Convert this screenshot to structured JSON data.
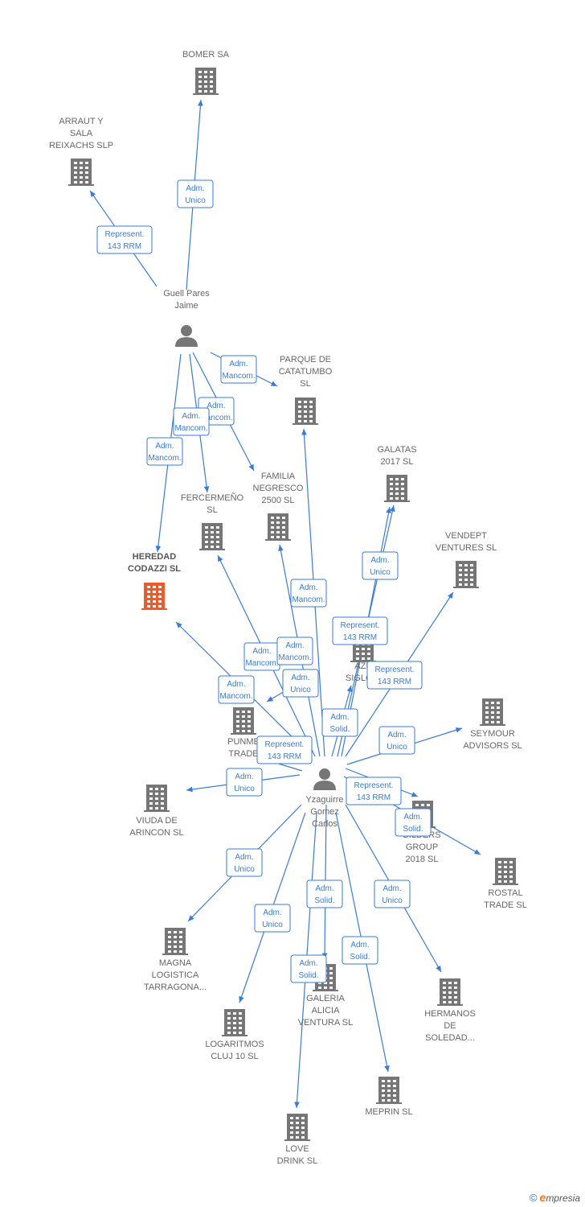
{
  "colors": {
    "edge": "#3a7bd5",
    "company_icon": "#767676",
    "company_icon_highlight": "#f05a28",
    "person_icon": "#767676",
    "label_box_border": "#3a7bd5"
  },
  "nodes": [
    {
      "id": "bomer",
      "kind": "company",
      "label": [
        "BOMER SA"
      ]
    },
    {
      "id": "arraut",
      "kind": "company",
      "label": [
        "ARRAUT Y",
        "SALA",
        "REIXACHS SLP"
      ]
    },
    {
      "id": "guell",
      "kind": "person",
      "label": [
        "Guell Pares",
        "Jaime"
      ]
    },
    {
      "id": "parque",
      "kind": "company",
      "label": [
        "PARQUE DE",
        "CATATUMBO",
        "SL"
      ]
    },
    {
      "id": "galatas",
      "kind": "company",
      "label": [
        "GALATAS",
        "2017  SL"
      ]
    },
    {
      "id": "familia",
      "kind": "company",
      "label": [
        "FAMILIA",
        "NEGRESCO",
        "2500  SL"
      ]
    },
    {
      "id": "fercermeno",
      "kind": "company",
      "label": [
        "FERCERMEÑO",
        "SL"
      ]
    },
    {
      "id": "heredad",
      "kind": "company",
      "highlight": true,
      "label": [
        "HEREDAD",
        "CODAZZI  SL"
      ]
    },
    {
      "id": "vendept",
      "kind": "company",
      "label": [
        "VENDEPT",
        "VENTURES  SL"
      ]
    },
    {
      "id": "azp",
      "kind": "company",
      "label": [
        "AZP",
        "SIGLO X"
      ]
    },
    {
      "id": "punme",
      "kind": "company",
      "label": [
        "PUNME",
        "TRADE"
      ]
    },
    {
      "id": "seymour",
      "kind": "company",
      "label": [
        "SEYMOUR",
        "ADVISORS SL"
      ]
    },
    {
      "id": "yzaguirre",
      "kind": "person",
      "label": [
        "Yzaguirre",
        "Gomez",
        "Carlos"
      ]
    },
    {
      "id": "viuda",
      "kind": "company",
      "label": [
        "VIUDA DE",
        "ARINCON  SL"
      ]
    },
    {
      "id": "bilders",
      "kind": "company",
      "label": [
        "BILDERS",
        "GROUP",
        "2018  SL"
      ]
    },
    {
      "id": "rostal",
      "kind": "company",
      "label": [
        "ROSTAL",
        "TRADE  SL"
      ]
    },
    {
      "id": "magna",
      "kind": "company",
      "label": [
        "MAGNA",
        "LOGISTICA",
        "TARRAGONA..."
      ]
    },
    {
      "id": "galeria",
      "kind": "company",
      "label": [
        "GALERIA",
        "ALICIA",
        "VENTURA SL"
      ]
    },
    {
      "id": "hermanos",
      "kind": "company",
      "label": [
        "HERMANOS",
        "DE",
        "SOLEDAD..."
      ]
    },
    {
      "id": "logaritmos",
      "kind": "company",
      "label": [
        "LOGARITMOS",
        "CLUJ 10  SL"
      ]
    },
    {
      "id": "meprin",
      "kind": "company",
      "label": [
        "MEPRIN SL"
      ]
    },
    {
      "id": "love",
      "kind": "company",
      "label": [
        "LOVE",
        "DRINK  SL"
      ]
    }
  ],
  "edges": [
    {
      "from": "guell",
      "to": "bomer",
      "label": [
        "Adm.",
        "Unico"
      ]
    },
    {
      "from": "guell",
      "to": "arraut",
      "label": [
        "Represent.",
        "143 RRM"
      ]
    },
    {
      "from": "guell",
      "to": "parque",
      "label": [
        "Adm.",
        "Mancom."
      ]
    },
    {
      "from": "guell",
      "to": "familia",
      "label": [
        "Adm.",
        "Mancom."
      ]
    },
    {
      "from": "guell",
      "to": "fercermeno",
      "label": [
        "Adm.",
        "Mancom."
      ]
    },
    {
      "from": "guell",
      "to": "heredad",
      "label": [
        "Adm.",
        "Mancom."
      ]
    },
    {
      "from": "yzaguirre",
      "to": "parque",
      "label": [
        "Adm.",
        "Mancom."
      ]
    },
    {
      "from": "yzaguirre",
      "to": "galatas",
      "label": [
        "Adm.",
        "Unico"
      ]
    },
    {
      "from": "yzaguirre",
      "to": "galatas",
      "label": [
        "Represent.",
        "143 RRM"
      ]
    },
    {
      "from": "yzaguirre",
      "to": "vendept",
      "label": [
        "Represent.",
        "143 RRM"
      ]
    },
    {
      "from": "yzaguirre",
      "to": "familia",
      "label": [
        "Adm.",
        "Mancom."
      ]
    },
    {
      "from": "yzaguirre",
      "to": "fercermeno",
      "label": [
        "Adm.",
        "Mancom."
      ]
    },
    {
      "from": "yzaguirre",
      "to": "heredad",
      "label": [
        "Adm.",
        "Mancom."
      ]
    },
    {
      "from": "yzaguirre",
      "to": "azp",
      "label": [
        "Adm.",
        "Unico"
      ]
    },
    {
      "from": "yzaguirre",
      "to": "azp",
      "label": [
        "Adm.",
        "Solid."
      ]
    },
    {
      "from": "yzaguirre",
      "to": "punme",
      "label": [
        "Represent.",
        "143 RRM"
      ]
    },
    {
      "from": "yzaguirre",
      "to": "seymour",
      "label": [
        "Adm.",
        "Unico"
      ]
    },
    {
      "from": "yzaguirre",
      "to": "viuda",
      "label": [
        "Adm.",
        "Unico"
      ]
    },
    {
      "from": "yzaguirre",
      "to": "bilders",
      "label": [
        "Represent.",
        "143 RRM"
      ]
    },
    {
      "from": "yzaguirre",
      "to": "rostal",
      "label": [
        "Adm.",
        "Solid."
      ]
    },
    {
      "from": "yzaguirre",
      "to": "magna",
      "label": [
        "Adm.",
        "Unico"
      ]
    },
    {
      "from": "yzaguirre",
      "to": "galeria",
      "label": [
        "Adm.",
        "Solid."
      ]
    },
    {
      "from": "yzaguirre",
      "to": "hermanos",
      "label": [
        "Adm.",
        "Unico"
      ]
    },
    {
      "from": "yzaguirre",
      "to": "logaritmos",
      "label": [
        "Adm.",
        "Unico"
      ]
    },
    {
      "from": "yzaguirre",
      "to": "meprin",
      "label": [
        "Adm.",
        "Solid."
      ]
    },
    {
      "from": "yzaguirre",
      "to": "love",
      "label": [
        "Adm.",
        "Solid."
      ]
    }
  ],
  "footer": {
    "copyright": "©",
    "brand_initial": "e",
    "brand_rest": "mpresia"
  }
}
